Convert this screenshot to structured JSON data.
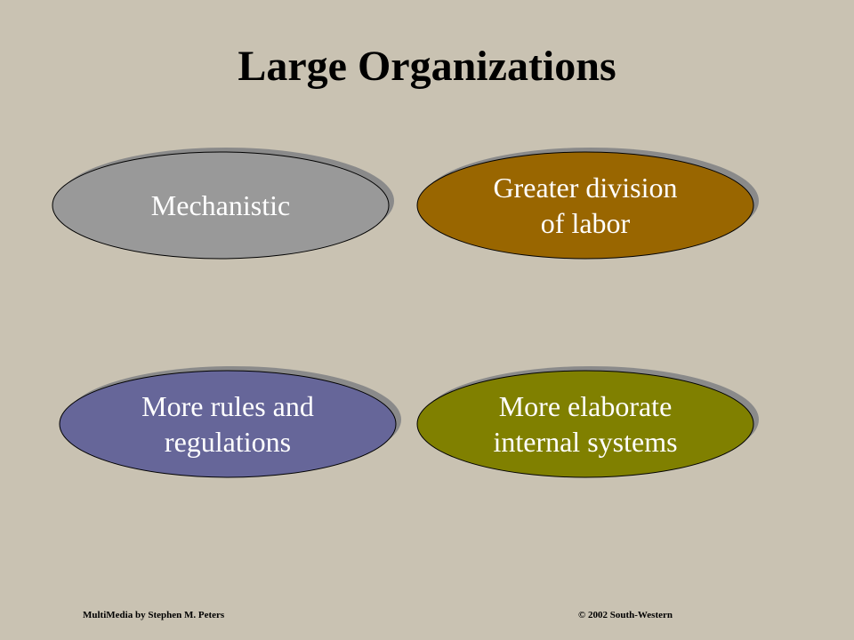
{
  "slide": {
    "title": "Large Organizations",
    "ovals": [
      {
        "id": "mechanistic",
        "label": "Mechanistic",
        "fill": "#999999",
        "text_color": "#ffffff"
      },
      {
        "id": "division",
        "label": "Greater division\nof labor",
        "fill": "#996600",
        "text_color": "#ffffff"
      },
      {
        "id": "rules",
        "label": "More rules and\nregulations",
        "fill": "#666699",
        "text_color": "#ffffff"
      },
      {
        "id": "systems",
        "label": "More elaborate\ninternal systems",
        "fill": "#808000",
        "text_color": "#ffffff"
      }
    ],
    "background_color": "#c9c2b2",
    "shadow_color": "#8a8a8a"
  },
  "footer": {
    "credit": "MultiMedia by Stephen M. Peters",
    "copyright": "© 2002 South-Western"
  }
}
